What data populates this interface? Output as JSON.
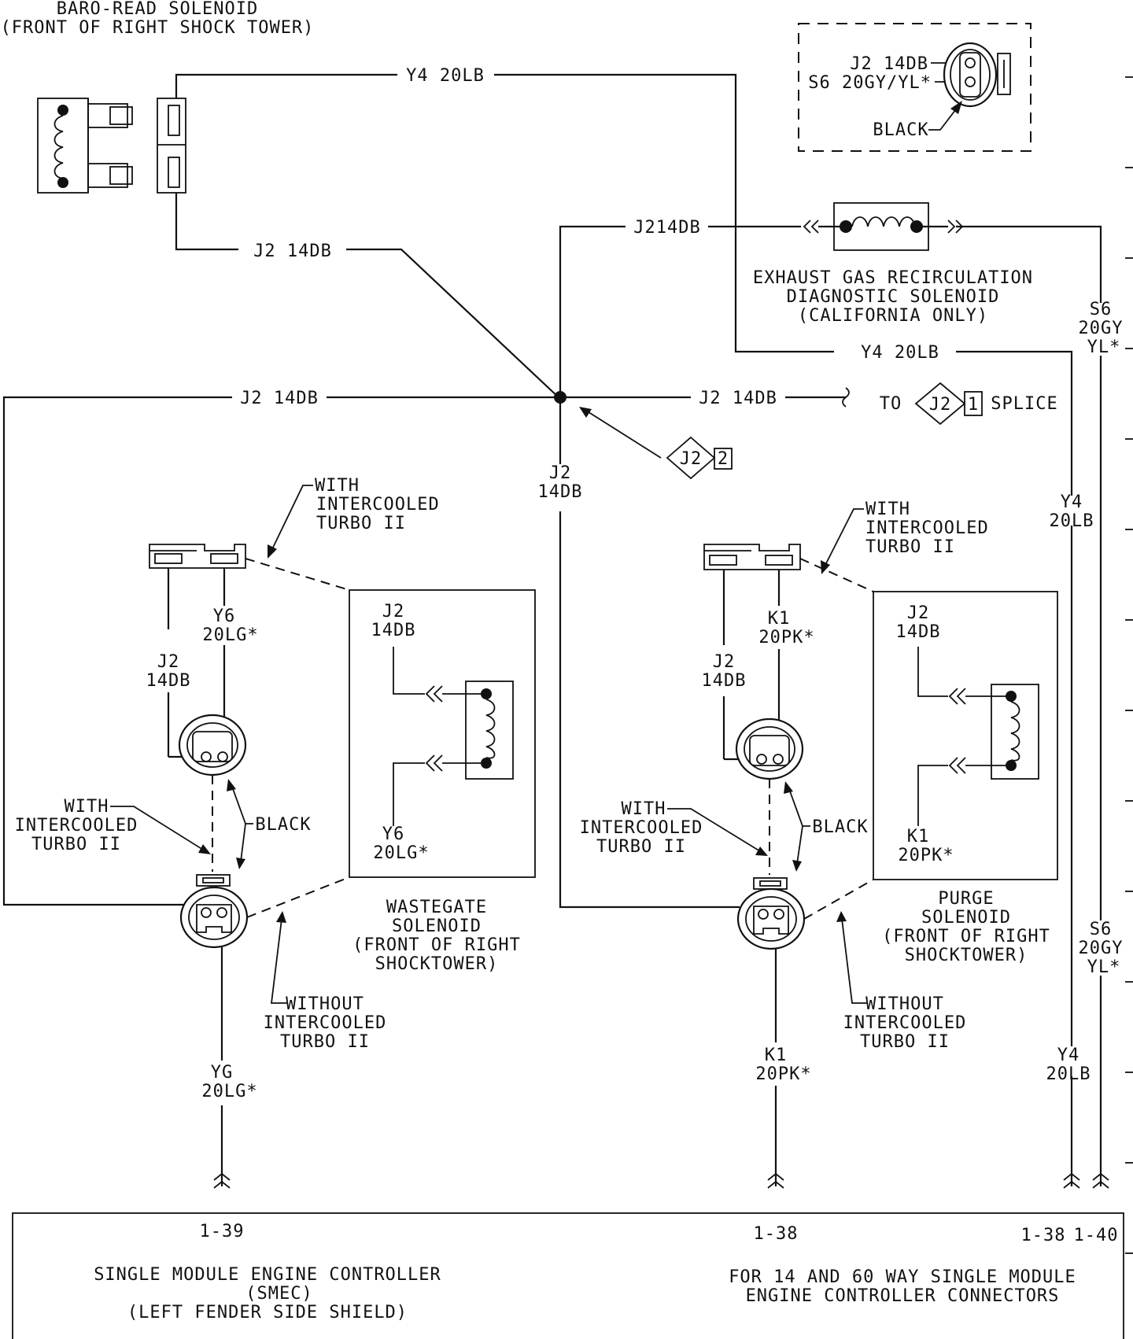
{
  "baro_solenoid": {
    "line1": "BARO-READ SOLENOID",
    "line2": "(FRONT OF RIGHT SHOCK TOWER)"
  },
  "wires": {
    "y4_top": "Y4 20LB",
    "j2_baro": "J2 14DB",
    "j2_egr": "J214DB",
    "y4_egr": "Y4 20LB",
    "j2_left_long": "J2 14DB",
    "j2_to_splice": "J2 14DB",
    "j2_vert": [
      "J2",
      "14DB"
    ],
    "s6_right_top": [
      "S6",
      "20GY",
      "YL*"
    ],
    "y4_right_mid": [
      "Y4",
      "20LB"
    ],
    "s6_right_bottom": [
      "S6",
      "20GY",
      "YL*"
    ],
    "y4_right_bottom": [
      "Y4",
      "20LB"
    ]
  },
  "inset_connector": {
    "pin1": "J2 14DB",
    "pin2": "S6 20GY/YL*",
    "color": "BLACK"
  },
  "egr_solenoid": {
    "line1": "EXHAUST GAS RECIRCULATION",
    "line2": "DIAGNOSTIC SOLENOID",
    "line3": "(CALIFORNIA ONLY)"
  },
  "splice": {
    "to": "TO",
    "ref_id": "J2",
    "ref_num": "1",
    "label": "SPLICE",
    "node_id": "J2",
    "node_num": "2"
  },
  "wastegate": {
    "with_note": [
      "WITH",
      "INTERCOOLED",
      "TURBO II"
    ],
    "wire_j2": [
      "J2",
      "14DB"
    ],
    "wire_y6": [
      "Y6",
      "20LG*"
    ],
    "box_j2": [
      "J2",
      "14DB"
    ],
    "box_y6": [
      "Y6",
      "20LG*"
    ],
    "with_arrow_note": [
      "WITH",
      "INTERCOOLED",
      "TURBO II"
    ],
    "black": "BLACK",
    "without_note": [
      "WITHOUT",
      "INTERCOOLED",
      "TURBO II"
    ],
    "name": [
      "WASTEGATE",
      "SOLENOID",
      "(FRONT OF RIGHT",
      "SHOCKTOWER)"
    ],
    "lower_wire": [
      "YG",
      "20LG*"
    ]
  },
  "purge": {
    "with_note": [
      "WITH",
      "INTERCOOLED",
      "TURBO II"
    ],
    "wire_j2": [
      "J2",
      "14DB"
    ],
    "wire_k1": [
      "K1",
      "20PK*"
    ],
    "box_j2": [
      "J2",
      "14DB"
    ],
    "box_k1": [
      "K1",
      "20PK*"
    ],
    "with_arrow_note": [
      "WITH",
      "INTERCOOLED",
      "TURBO II"
    ],
    "black": "BLACK",
    "without_note": [
      "WITHOUT",
      "INTERCOOLED",
      "TURBO II"
    ],
    "name": [
      "PURGE",
      "SOLENOID",
      "(FRONT OF RIGHT",
      "SHOCKTOWER)"
    ],
    "lower_wire": [
      "K1",
      "20PK*"
    ]
  },
  "smec": {
    "pin_139": "1-39",
    "pin_138a": "1-38",
    "pin_138b": "1-38",
    "pin_140": "1-40",
    "name1": "SINGLE MODULE ENGINE CONTROLLER",
    "name2": "(SMEC)",
    "name3": "(LEFT FENDER SIDE SHIELD)",
    "note1": "FOR 14 AND 60 WAY SINGLE MODULE",
    "note2": "ENGINE CONTROLLER CONNECTORS"
  }
}
